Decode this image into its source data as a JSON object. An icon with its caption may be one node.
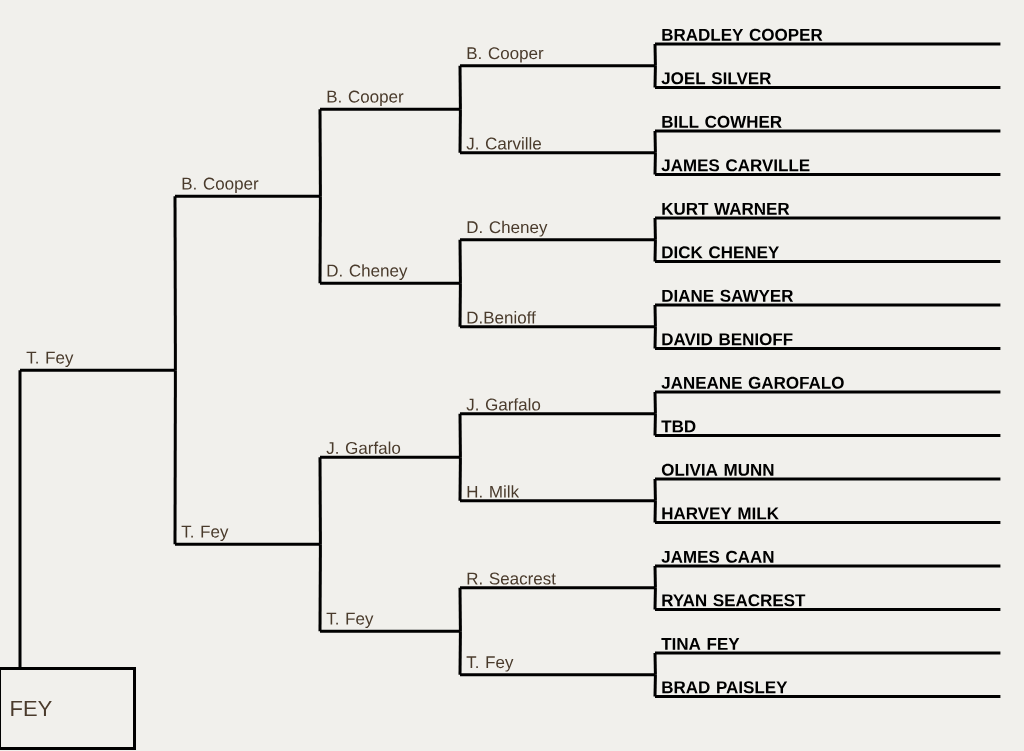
{
  "diagram": {
    "nodes": [
      {
        "text": [
          "FEY"
        ]
      },
      {
        "text": [
          "T. Fey"
        ]
      },
      {
        "text": [
          "B. Cooper"
        ]
      },
      {
        "text": [
          "T. Fey"
        ]
      },
      {
        "text": [
          "B. Cooper"
        ]
      },
      {
        "text": [
          "D. Cheney"
        ]
      },
      {
        "text": [
          "J. Garfalo"
        ]
      },
      {
        "text": [
          "T. Fey"
        ]
      },
      {
        "text": [
          "B. Cooper"
        ]
      },
      {
        "text": [
          "J. Carville"
        ]
      },
      {
        "text": [
          "D. Cheney"
        ]
      },
      {
        "text": [
          "D.Benioff"
        ]
      },
      {
        "text": [
          "J. Garfalo"
        ]
      },
      {
        "text": [
          "H. Milk"
        ]
      },
      {
        "text": [
          "R. Seacrest"
        ]
      },
      {
        "text": [
          "T. Fey"
        ]
      },
      {
        "text": [
          "BRADLEY COOPER"
        ]
      },
      {
        "text": [
          "JOEL SILVER"
        ]
      },
      {
        "text": [
          "BILL COWHER"
        ]
      },
      {
        "text": [
          "JAMES CARVILLE"
        ]
      },
      {
        "text": [
          "KURT WARNER"
        ]
      },
      {
        "text": [
          "DICK CHENEY"
        ]
      },
      {
        "text": [
          "DIANE SAWYER"
        ]
      },
      {
        "text": [
          "DAVID BENIOFF"
        ]
      },
      {
        "text": [
          "JANEANE GAROFALO"
        ]
      },
      {
        "text": [
          "TBD"
        ]
      },
      {
        "text": [
          "OLIVIA MUNN"
        ]
      },
      {
        "text": [
          "HARVEY MILK"
        ]
      },
      {
        "text": [
          "JAMES CAAN"
        ]
      },
      {
        "text": [
          "RYAN SEACREST"
        ]
      },
      {
        "text": [
          "TINA FEY"
        ]
      },
      {
        "text": [
          "BRAD PAISLEY"
        ]
      }
    ],
    "edges": [
      {
        "from": 1,
        "to": 0,
        "arrow": "none"
      },
      {
        "from": 2,
        "to": 1,
        "arrow": "none"
      },
      {
        "from": 3,
        "to": 1,
        "arrow": "none"
      },
      {
        "from": 4,
        "to": 2,
        "arrow": "none"
      },
      {
        "from": 5,
        "to": 2,
        "arrow": "none"
      },
      {
        "from": 6,
        "to": 3,
        "arrow": "none"
      },
      {
        "from": 7,
        "to": 3,
        "arrow": "none"
      },
      {
        "from": 8,
        "to": 4,
        "arrow": "none"
      },
      {
        "from": 9,
        "to": 4,
        "arrow": "none"
      },
      {
        "from": 10,
        "to": 5,
        "arrow": "none"
      },
      {
        "from": 11,
        "to": 5,
        "arrow": "none"
      },
      {
        "from": 12,
        "to": 6,
        "arrow": "none"
      },
      {
        "from": 13,
        "to": 6,
        "arrow": "none"
      },
      {
        "from": 14,
        "to": 7,
        "arrow": "none"
      },
      {
        "from": 15,
        "to": 7,
        "arrow": "none"
      },
      {
        "from": 16,
        "to": 8,
        "arrow": "none"
      },
      {
        "from": 17,
        "to": 8,
        "arrow": "none"
      },
      {
        "from": 18,
        "to": 9,
        "arrow": "none"
      },
      {
        "from": 19,
        "to": 9,
        "arrow": "none"
      },
      {
        "from": 20,
        "to": 10,
        "arrow": "none"
      },
      {
        "from": 21,
        "to": 10,
        "arrow": "none"
      },
      {
        "from": 22,
        "to": 11,
        "arrow": "none"
      },
      {
        "from": 23,
        "to": 11,
        "arrow": "none"
      },
      {
        "from": 24,
        "to": 12,
        "arrow": "none"
      },
      {
        "from": 25,
        "to": 12,
        "arrow": "none"
      },
      {
        "from": 26,
        "to": 13,
        "arrow": "none"
      },
      {
        "from": 27,
        "to": 13,
        "arrow": "none"
      },
      {
        "from": 28,
        "to": 14,
        "arrow": "none"
      },
      {
        "from": 29,
        "to": 14,
        "arrow": "none"
      },
      {
        "from": 30,
        "to": 15,
        "arrow": "none"
      },
      {
        "from": 31,
        "to": 15,
        "arrow": "none"
      }
    ]
  }
}
